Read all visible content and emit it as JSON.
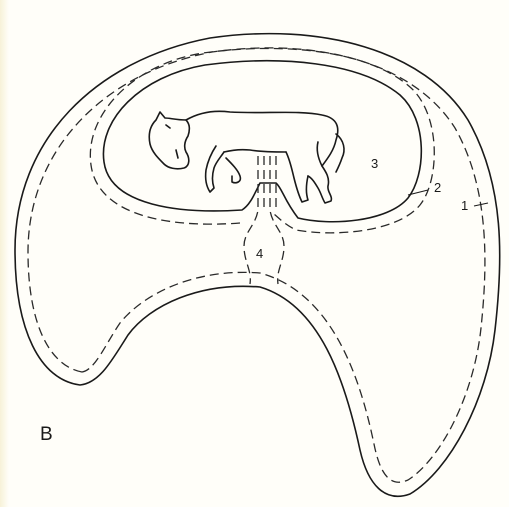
{
  "figure": {
    "panel_letter": "B",
    "labels": {
      "one": "1",
      "two": "2",
      "three": "3",
      "four": "4"
    }
  },
  "colors": {
    "background": "#fffef9",
    "ink": "#1a1a1a",
    "edge_tint": "#f7f2d8"
  }
}
